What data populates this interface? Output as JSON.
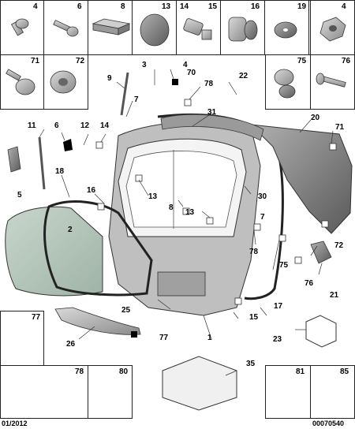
{
  "top_parts": [
    "4",
    "6",
    "8",
    "13",
    "14",
    "15",
    "16",
    "19",
    "4"
  ],
  "second_row": [
    "71",
    "72",
    "75",
    "76"
  ],
  "corner_boxes": {
    "bottom_left_77": "77",
    "bottom_row": [
      "78",
      "80",
      "81",
      "85"
    ]
  },
  "callouts": {
    "c3": "3",
    "c4": "4",
    "c70": "70",
    "c78a": "78",
    "c22": "22",
    "c9": "9",
    "c7a": "7",
    "c31": "31",
    "c20": "20",
    "c71": "71",
    "c11": "11",
    "c6": "6",
    "c12": "12",
    "c14": "14",
    "c18": "18",
    "c16": "16",
    "c13a": "13",
    "c8": "8",
    "c13b": "13",
    "c30": "30",
    "c7b": "7",
    "c5": "5",
    "c2": "2",
    "c78b": "78",
    "c75": "75",
    "c72": "72",
    "c76": "76",
    "c21": "21",
    "c17": "17",
    "c25": "25",
    "c15": "15",
    "c1": "1",
    "c77": "77",
    "c26": "26",
    "c23": "23",
    "c35": "35"
  },
  "footer": {
    "left": "01/2012",
    "right": "00070540"
  }
}
